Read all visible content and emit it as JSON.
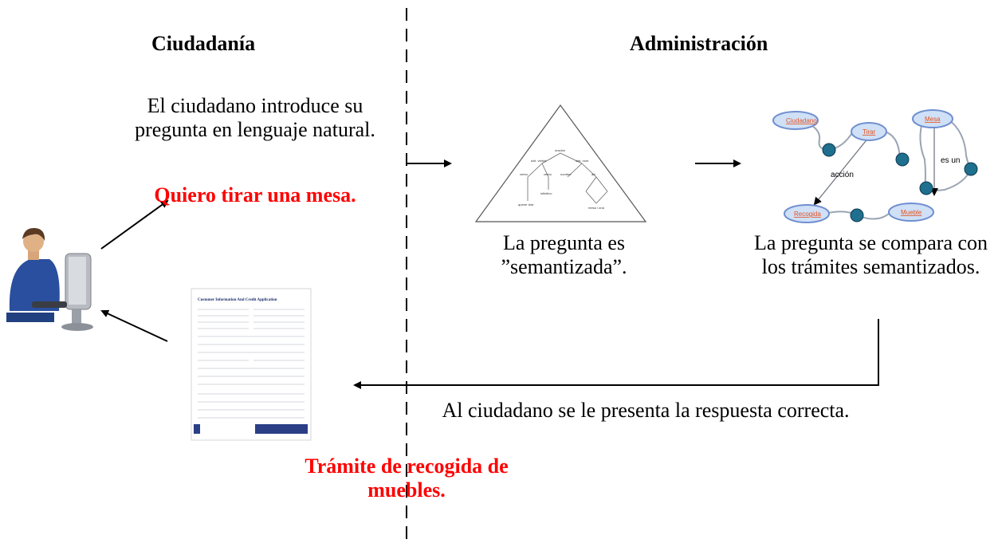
{
  "headings": {
    "citizen": "Ciudadanía",
    "administration": "Administración"
  },
  "citizen_step": {
    "description": "El ciudadano introduce su pregunta en lenguaje natural.",
    "example_query": "Quiero tirar una mesa."
  },
  "semantization_step": {
    "description": "La pregunta es ”semantizada”."
  },
  "comparison_step": {
    "description": "La pregunta se compara con los trámites semantizados.",
    "ontology_labels": {
      "action": "acción",
      "is_a": "es un"
    }
  },
  "response_step": {
    "description": "Al ciudadano se le presenta la respuesta correcta.",
    "result": "Trámite de recogida de muebles."
  },
  "form_image": {
    "title": "Customer Information And Credit Application"
  },
  "colors": {
    "highlight": "#ff0000",
    "node_fill": "#cfe0f7",
    "node_dot": "#1f6f8f"
  }
}
